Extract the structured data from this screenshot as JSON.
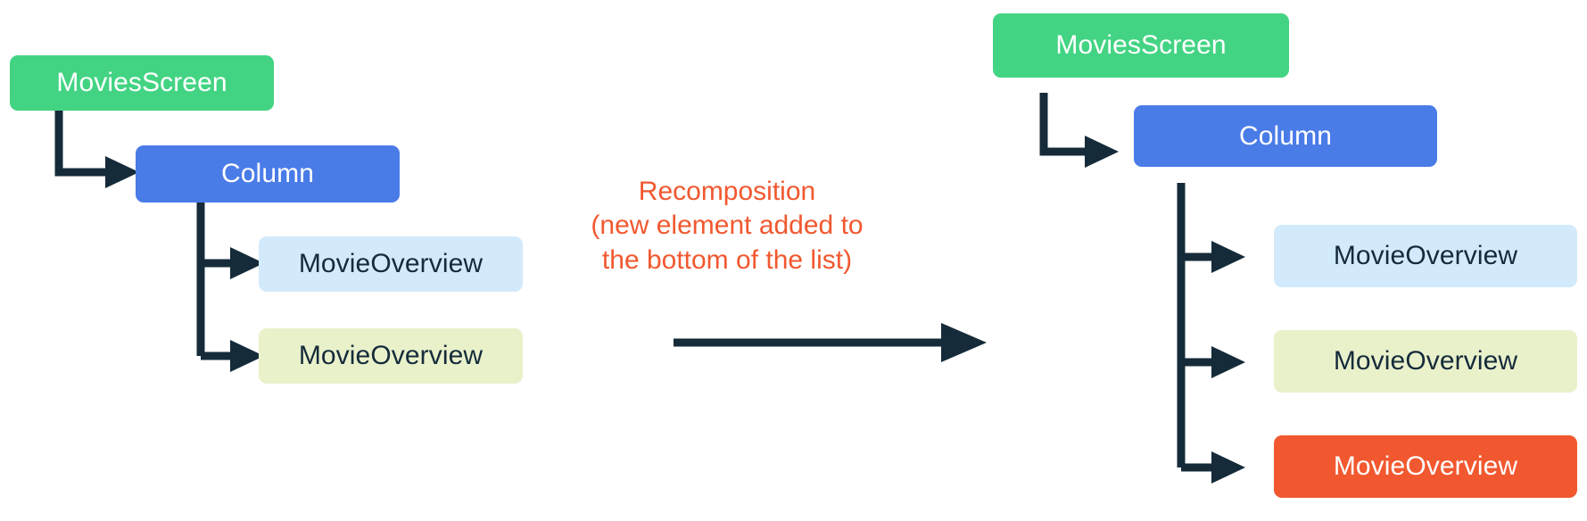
{
  "diagram": {
    "type": "composition-tree-recomposition",
    "background": "#ffffff",
    "connector_color": "#152b3a",
    "palette": {
      "green": "#43d483",
      "blue": "#4a7ce8",
      "light_blue": "#d2eafb",
      "light_green": "#e9f1cb",
      "orange": "#f1582f",
      "text_dark": "#152b3a",
      "text_light": "#ffffff"
    },
    "before": {
      "root": {
        "label": "MoviesScreen",
        "color": "green"
      },
      "column": {
        "label": "Column",
        "color": "blue"
      },
      "children": [
        {
          "label": "MovieOverview",
          "color": "light_blue"
        },
        {
          "label": "MovieOverview",
          "color": "light_green"
        }
      ]
    },
    "transition": {
      "lines": [
        "Recomposition",
        "(new element added to",
        "the bottom of the list)"
      ],
      "color": "#f1582f",
      "arrow_direction": "right"
    },
    "after": {
      "root": {
        "label": "MoviesScreen",
        "color": "green"
      },
      "column": {
        "label": "Column",
        "color": "blue"
      },
      "children": [
        {
          "label": "MovieOverview",
          "color": "light_blue"
        },
        {
          "label": "MovieOverview",
          "color": "light_green"
        },
        {
          "label": "MovieOverview",
          "color": "orange"
        }
      ]
    }
  }
}
